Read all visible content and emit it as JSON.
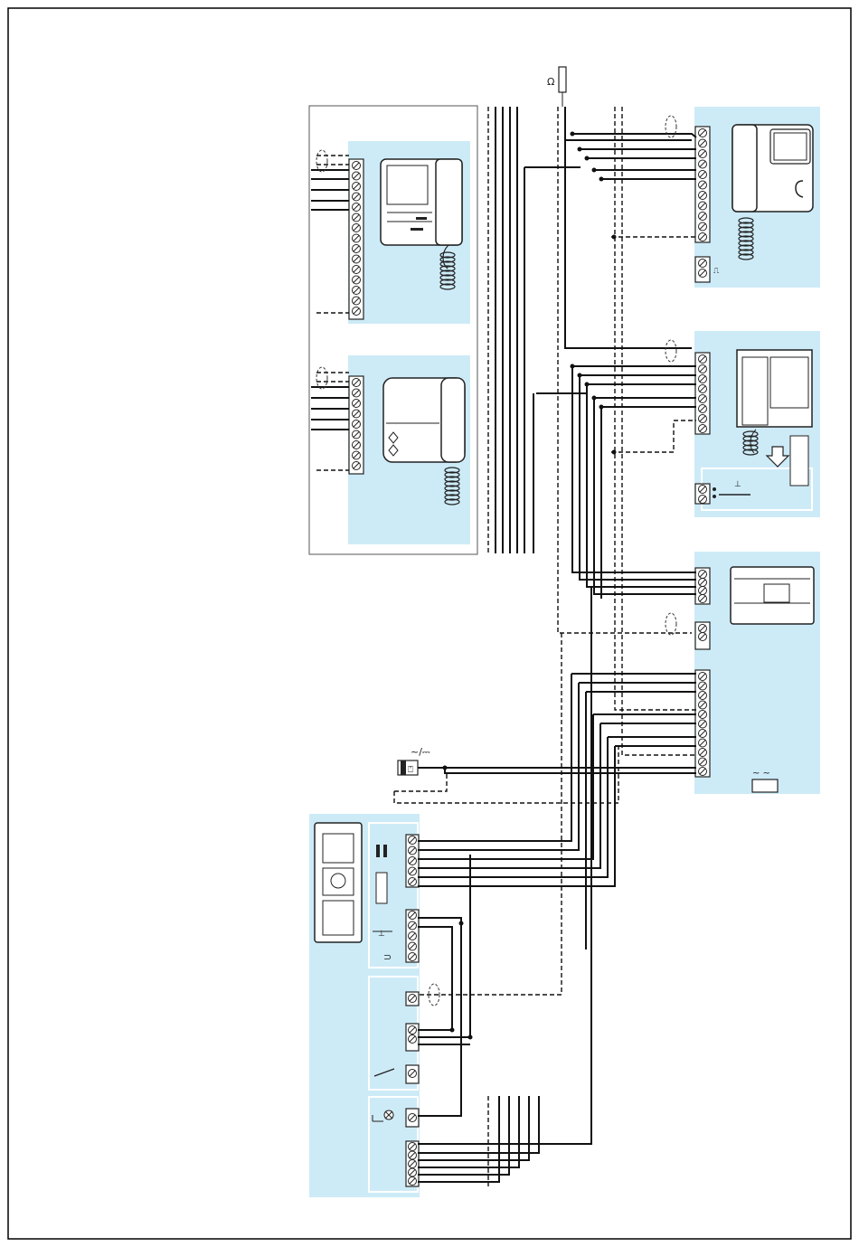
{
  "diagram": {
    "type": "wiring-schematic",
    "colors": {
      "panel": "#cdebf7",
      "line": "#1a1a1a",
      "frame": "#000000",
      "device_body": "#ffffff"
    },
    "symbols": {
      "resistor_mark": "Ω",
      "power_mark": "~/⎓",
      "transformer_mark": "~ ~"
    },
    "devices": [
      {
        "name": "audio-handset-1",
        "icon": "intercom-handset-icon"
      },
      {
        "name": "audio-handset-2",
        "icon": "intercom-handset-icon"
      },
      {
        "name": "video-monitor-1",
        "icon": "video-monitor-icon"
      },
      {
        "name": "video-monitor-2",
        "icon": "video-monitor-icon"
      },
      {
        "name": "power-supply",
        "icon": "power-supply-icon"
      },
      {
        "name": "door-panel",
        "icon": "door-panel-icon"
      },
      {
        "name": "door-lock",
        "icon": "lock-icon"
      }
    ]
  }
}
